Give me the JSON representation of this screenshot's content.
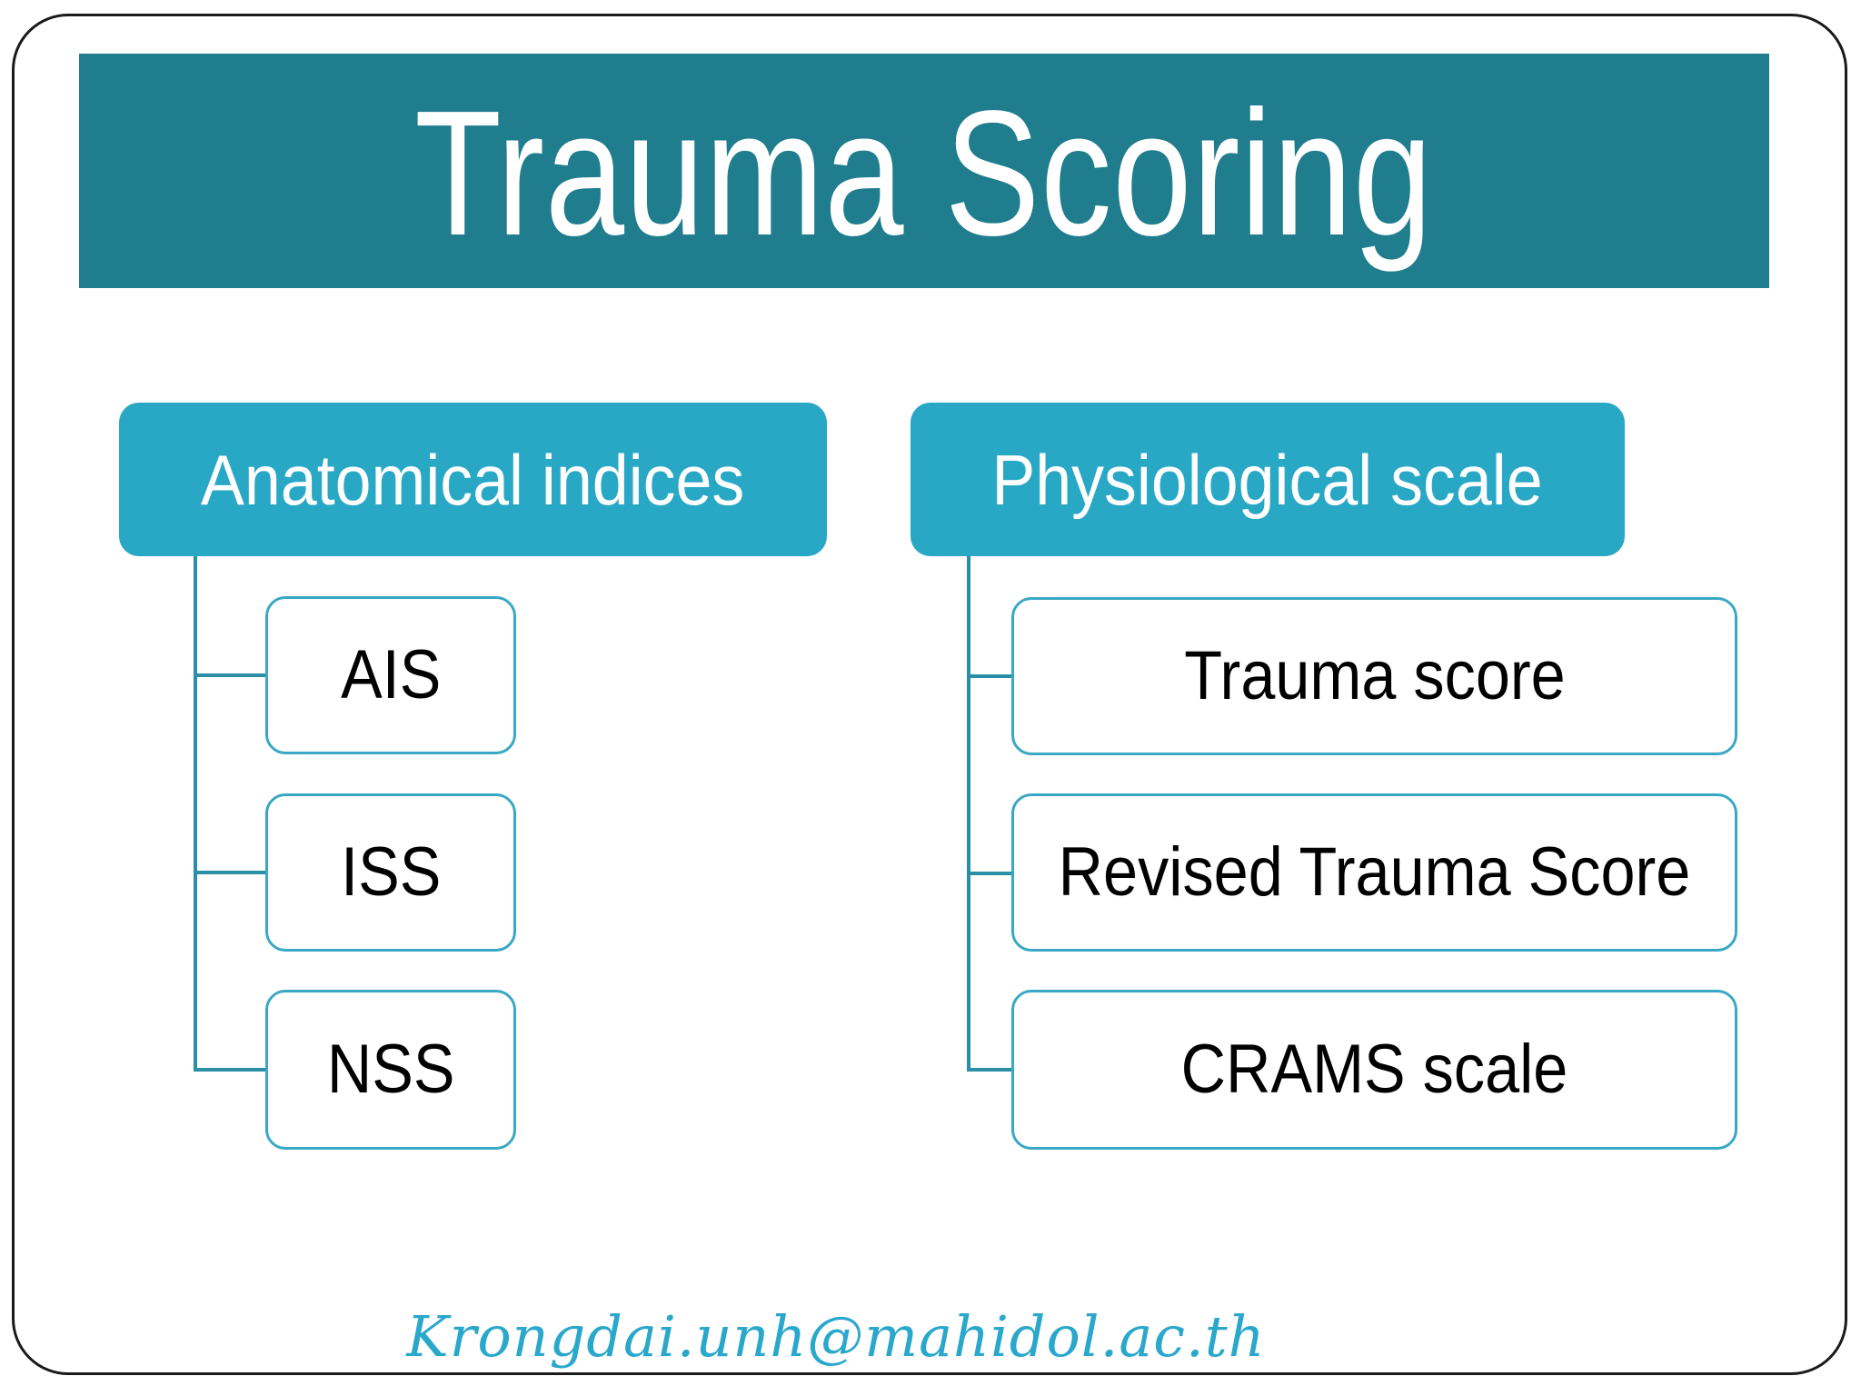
{
  "slide": {
    "title": "Trauma Scoring",
    "footer_email": "Krongdai.unh@mahidol.ac.th"
  },
  "colors": {
    "title_band": "#1f7d8e",
    "header_pill": "#29a8c6",
    "node_border": "#3aa8c4",
    "connector": "#2a8fa5",
    "footer_text": "#2aa8cc",
    "frame_border": "#1a1a1a",
    "background": "#ffffff"
  },
  "diagram": {
    "columns": [
      {
        "header": "Anatomical indices",
        "items": [
          {
            "label": "AIS"
          },
          {
            "label": "ISS"
          },
          {
            "label": "NSS"
          }
        ]
      },
      {
        "header": "Physiological scale",
        "items": [
          {
            "label": "Trauma score"
          },
          {
            "label": "Revised Trauma Score"
          },
          {
            "label": "CRAMS scale"
          }
        ]
      }
    ]
  }
}
